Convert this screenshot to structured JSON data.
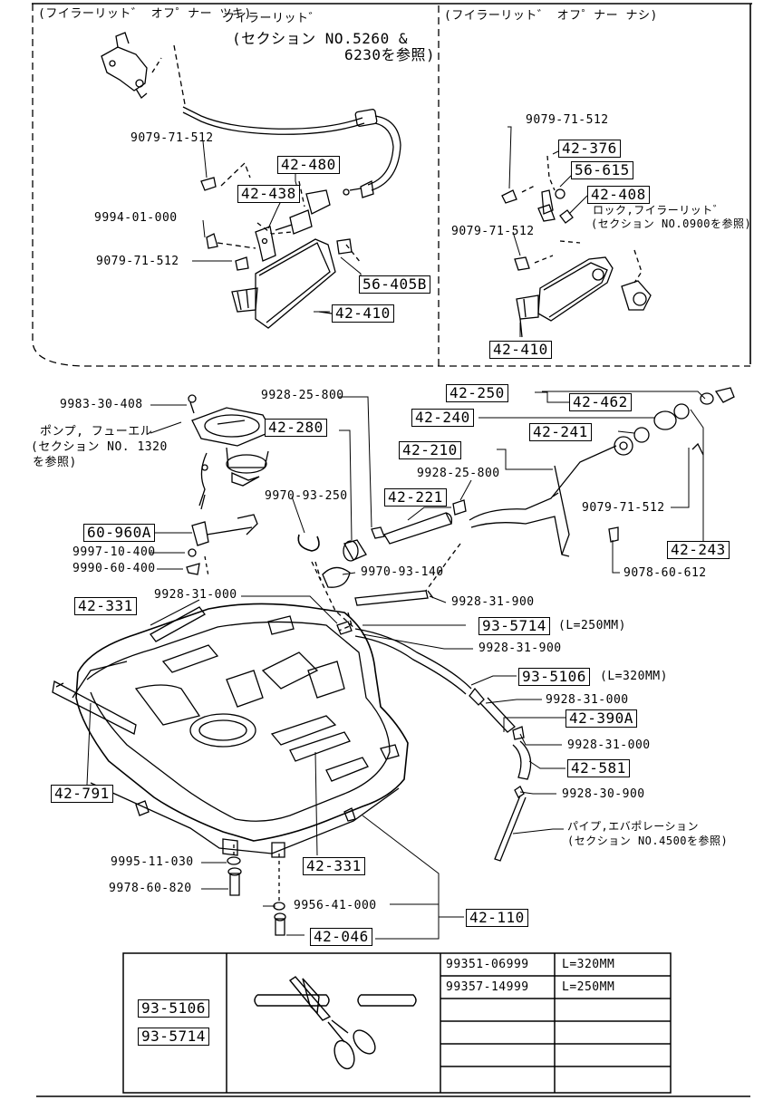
{
  "headers": {
    "left": "(フイラーリット゛ オフ゜ナー ツキ)",
    "right": "(フイラーリット゛ オフ゜ナー ナシ)"
  },
  "left_panel": {
    "ref_title": "フイラーリット゛",
    "ref_line2": "(セクション NO.5260 &",
    "ref_line3": "6230を参照)",
    "labels": [
      "9079-71-512",
      "9994-01-000",
      "9079-71-512"
    ],
    "boxed": [
      "42-480",
      "42-438",
      "56-405B",
      "42-410"
    ]
  },
  "right_panel": {
    "labels": [
      "9079-71-512",
      "9079-71-512"
    ],
    "boxed": [
      "42-376",
      "56-615",
      "42-408",
      "42-410"
    ],
    "note_line1": "ロック,フイラーリット゛",
    "note_line2": "(セクション NO.0900を参照)"
  },
  "main": {
    "boxed": {
      "b42_250": "42-250",
      "b42_462": "42-462",
      "b42_240": "42-240",
      "b42_241": "42-241",
      "b42_210": "42-210",
      "b42_221": "42-221",
      "b42_280": "42-280",
      "b60_960A": "60-960A",
      "b42_331_a": "42-331",
      "b93_5714": "93-5714",
      "b93_5106": "93-5106",
      "b42_390A": "42-390A",
      "b42_581": "42-581",
      "b42_791": "42-791",
      "b42_331_b": "42-331",
      "b42_110": "42-110",
      "b42_046": "42-046",
      "b42_243": "42-243"
    },
    "labels": {
      "l9983": "9983-30-408",
      "l9928_25_800_a": "9928-25-800",
      "l9928_25_800_b": "9928-25-800",
      "l9970_93_250": "9970-93-250",
      "l9997": "9997-10-400",
      "l9990": "9990-60-400",
      "l9970_93_140": "9970-93-140",
      "l9928_31_000_a": "9928-31-000",
      "l9928_31_900_a": "9928-31-900",
      "l9928_31_900_b": "9928-31-900",
      "l9928_31_000_b": "9928-31-000",
      "l9928_31_000_c": "9928-31-000",
      "l9928_30_900": "9928-30-900",
      "l9079_71_512": "9079-71-512",
      "l9078_60_612": "9078-60-612",
      "l9995": "9995-11-030",
      "l9978": "9978-60-820",
      "l9956": "9956-41-000",
      "len250": "(L=250MM)",
      "len320": "(L=320MM)"
    },
    "pump_line1": "ポンプ, フューエル",
    "pump_line2": "(セクション NO. 1320",
    "pump_line3": "を参照)",
    "pipe_line1": "パイプ,エバポレーション",
    "pipe_line2": "(セクション NO.4500を参照)"
  },
  "table": {
    "parts": [
      "93-5106",
      "93-5714"
    ],
    "rows": [
      {
        "part_no": "99351-06999",
        "length": "L=320MM"
      },
      {
        "part_no": "99357-14999",
        "length": "L=250MM"
      }
    ]
  }
}
